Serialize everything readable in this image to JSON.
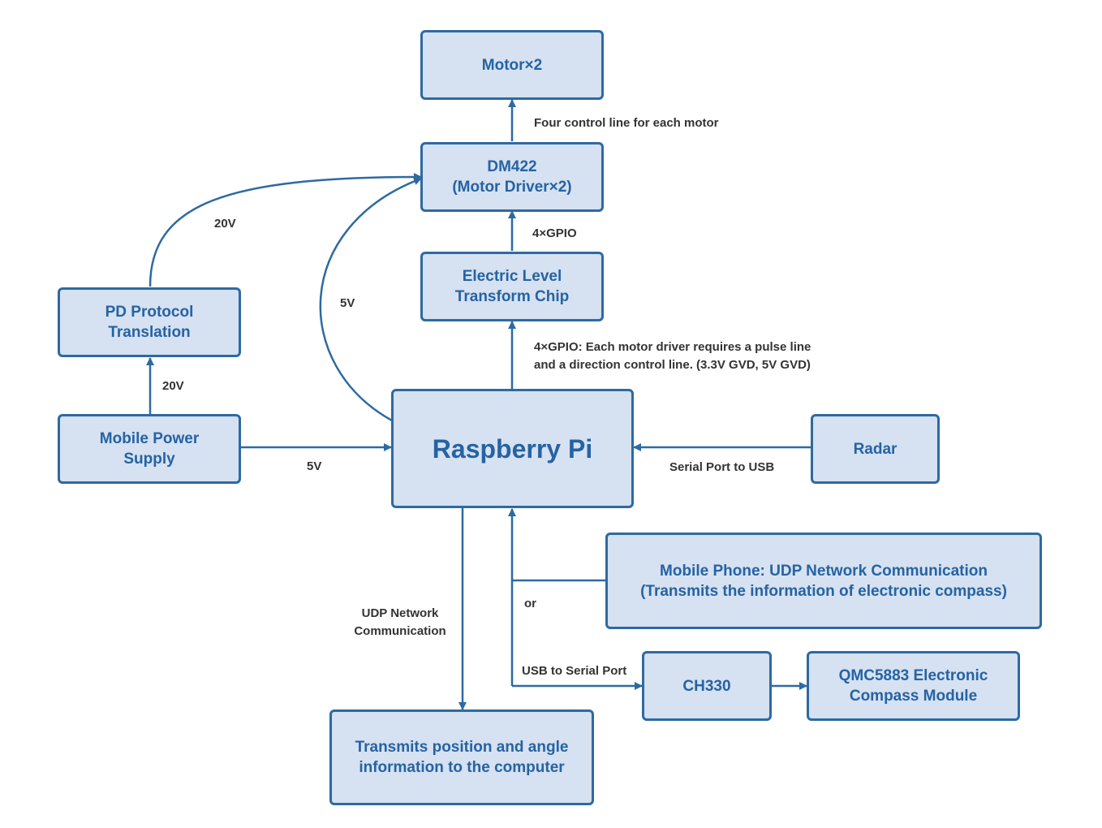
{
  "colors": {
    "box_fill": "#d6e1f1",
    "box_border": "#2e6aa1",
    "box_text": "#2563a3",
    "line": "#2e6aa1",
    "label_text": "#333333"
  },
  "nodes": {
    "motor": "Motor×2",
    "dm422": "DM422\n(Motor Driver×2)",
    "level_chip": "Electric Level\nTransform Chip",
    "pd_protocol": "PD Protocol\nTranslation",
    "power_supply": "Mobile Power\nSupply",
    "raspberry_pi": "Raspberry Pi",
    "radar": "Radar",
    "mobile_phone": "Mobile Phone: UDP Network Communication\n(Transmits the information of electronic compass)",
    "ch330": "CH330",
    "qmc5883": "QMC5883 Electronic\nCompass Module",
    "computer": "Transmits position and angle\ninformation to the computer"
  },
  "edge_labels": {
    "four_control": "Four control line for each motor",
    "gpio_upper": "4×GPIO",
    "gpio_lower": "4×GPIO: Each motor driver requires a pulse line\nand a direction control line. (3.3V GVD, 5V GVD)",
    "pd_to_dm422": "20V",
    "pi_to_dm422": "5V",
    "supply_to_pd": "20V",
    "supply_to_pi": "5V",
    "radar_link": "Serial Port to USB",
    "udp_down": "UDP Network\nCommunication",
    "or": "or",
    "usb_serial": "USB to Serial Port"
  }
}
